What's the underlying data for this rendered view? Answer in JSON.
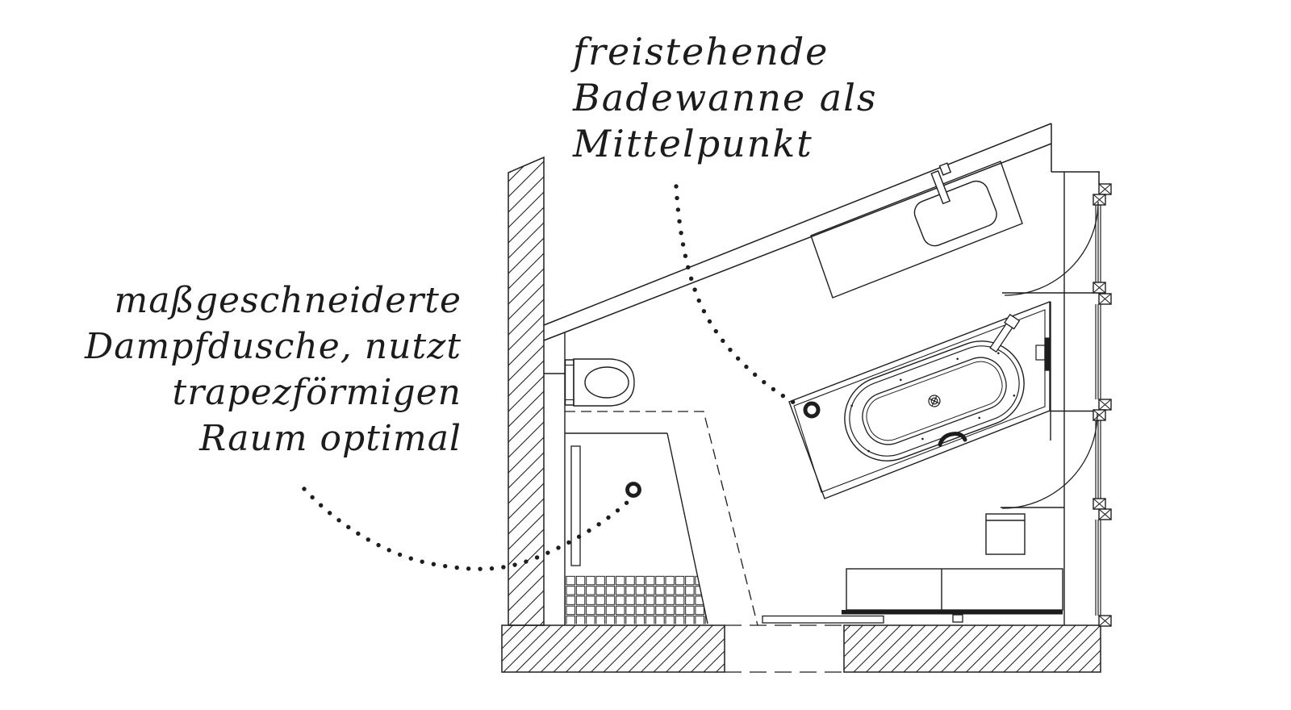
{
  "colors": {
    "background": "#ffffff",
    "ink": "#1d1d1d"
  },
  "annotations": {
    "bathtub_note": {
      "lines": [
        "freistehende",
        "Badewanne als",
        "Mittelpunkt"
      ]
    },
    "shower_note": {
      "lines": [
        "maßgeschneiderte",
        "Dampfdusche, nutzt",
        "trapezförmigen",
        "Raum optimal"
      ]
    }
  },
  "plan": {
    "kind": "bathroom floor plan",
    "fixtures": [
      "freestanding-bathtub",
      "bathtub-platform",
      "bathtub-faucet",
      "bathtub-drain",
      "washbasin-counter",
      "washbasin-faucet",
      "toilet",
      "steam-shower",
      "shower-floor-drain",
      "shower-tile-floor",
      "sliding-door",
      "vanity-cabinets",
      "side-cabinet",
      "window-band",
      "door-swing-top",
      "door-swing-bottom",
      "hatched-walls",
      "leader-dots-bathtub",
      "leader-dots-shower"
    ]
  }
}
